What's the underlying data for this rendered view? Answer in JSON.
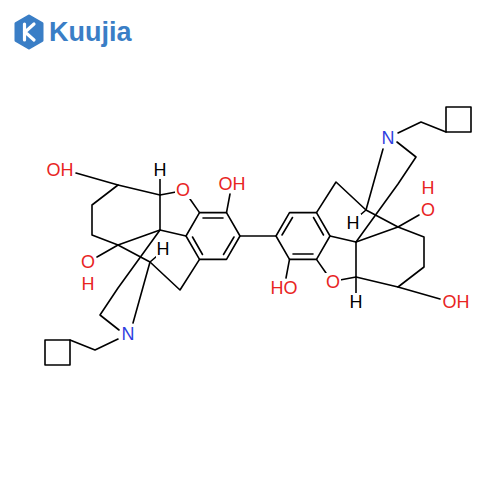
{
  "diagram": {
    "labels": [
      "Kuujia",
      "OH",
      "H",
      "O",
      "OH",
      "N",
      "H",
      "O",
      "H",
      "H",
      "O",
      "H",
      "O",
      "HO",
      "OH",
      "H",
      "N"
    ]
  }
}
